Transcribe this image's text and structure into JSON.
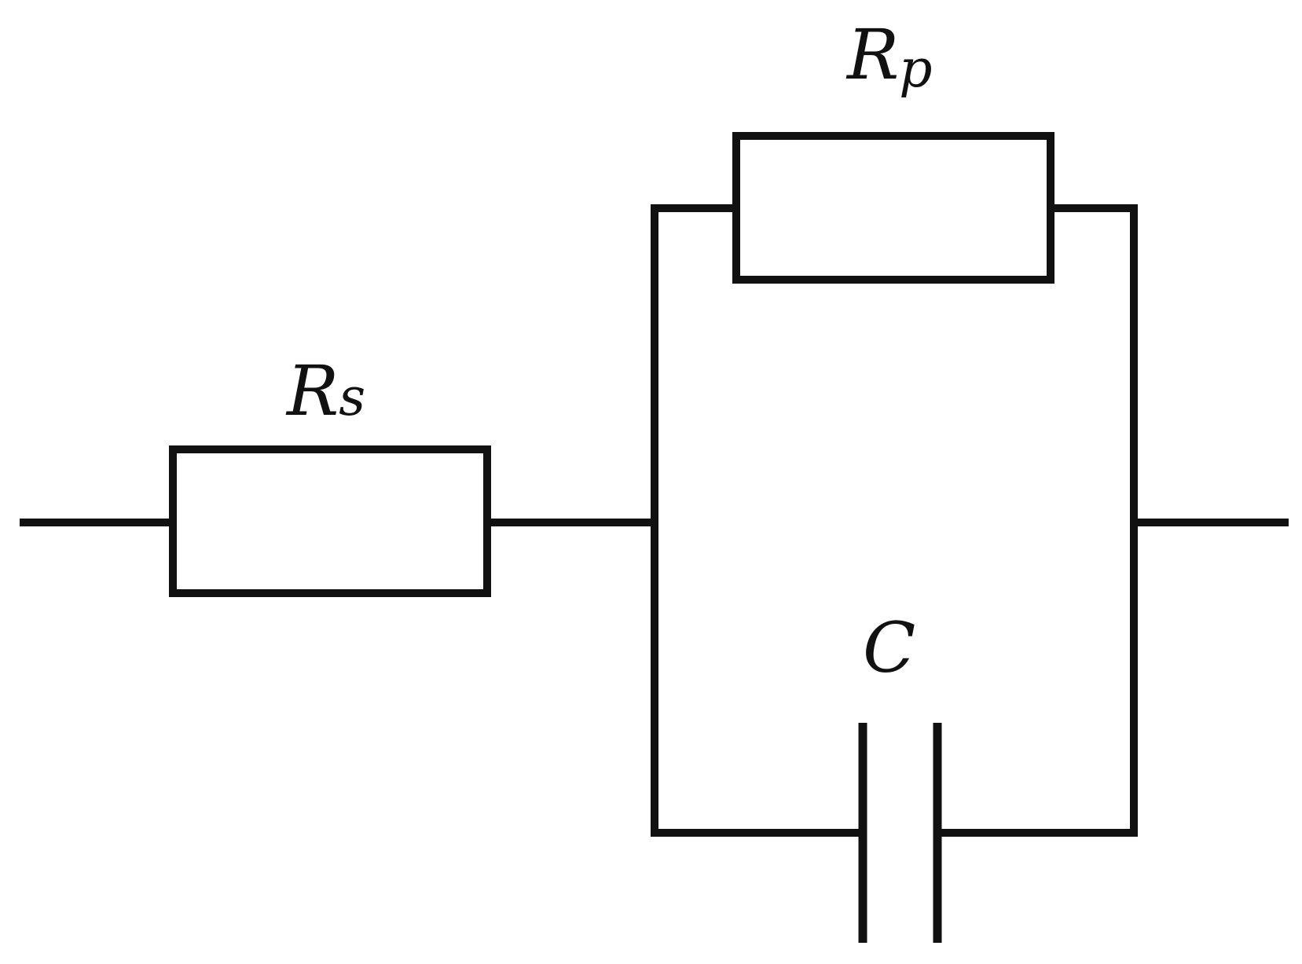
{
  "circuit": {
    "series_resistor": {
      "symbol": "R",
      "subscript": "s"
    },
    "parallel_resistor": {
      "symbol": "R",
      "subscript": "p"
    },
    "capacitor": {
      "symbol": "C"
    }
  }
}
